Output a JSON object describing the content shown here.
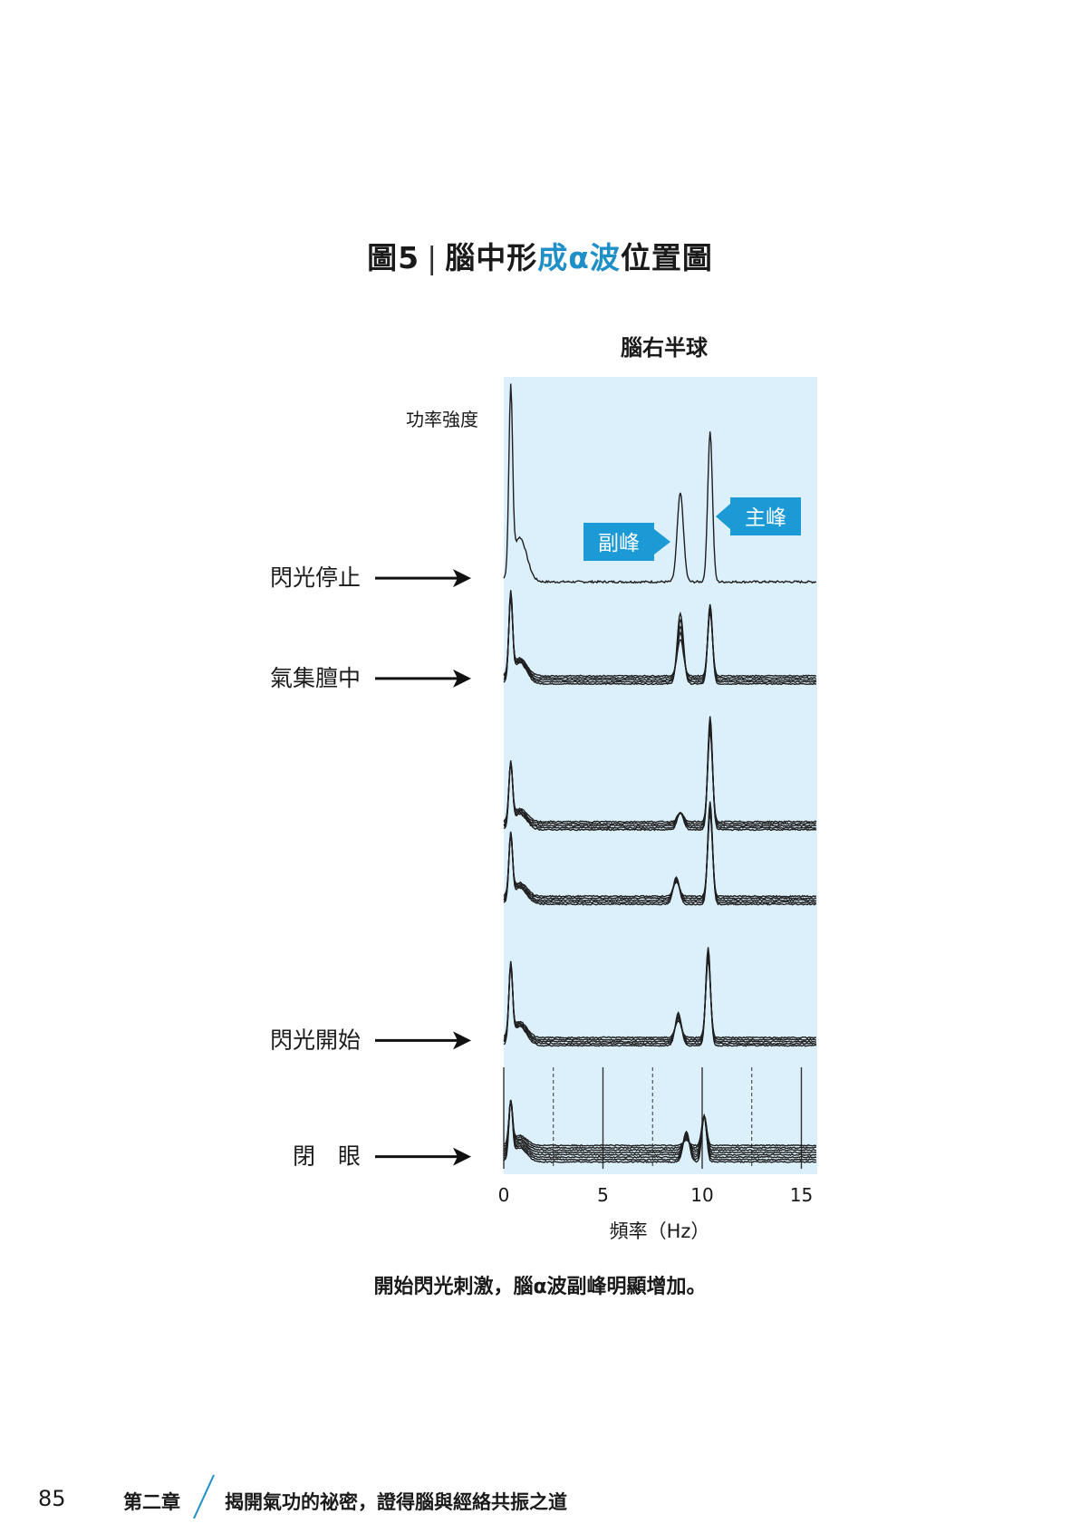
{
  "figure": {
    "title_prefix": "圖5",
    "title_sep": "|",
    "title_part1": "腦中形",
    "title_part2": "成α波",
    "title_part3": "位置圖",
    "caption": "開始閃光刺激，腦α波副峰明顯增加。"
  },
  "footer": {
    "page_number": "85",
    "chapter": "第二章",
    "book_title": "揭開氣功的祕密，證得腦與經絡共振之道"
  },
  "chart_data": {
    "type": "line",
    "title": "腦右半球",
    "xlabel": "頻率（Hz）",
    "ylabel": "功率強度",
    "xlim": [
      0,
      15.8
    ],
    "xticks": [
      0,
      5,
      10,
      15
    ],
    "colors": {
      "panel": "#dcf0fb",
      "trace": "#1f1f1f",
      "callout": "#1b9ad6"
    },
    "annotations": [
      {
        "label": "主峰",
        "x": 10.4
      },
      {
        "label": "副峰",
        "x": 8.9
      }
    ],
    "conditions": [
      {
        "label": "閃光停止",
        "row": 0
      },
      {
        "label": "氣集膻中",
        "row": 1
      },
      {
        "label": "閃光開始",
        "row": 4
      },
      {
        "label": "閉　眼",
        "row": 5
      }
    ],
    "rows": [
      {
        "baseline": 0.05,
        "traces": 1,
        "main_peak": {
          "x": 10.4,
          "h": 0.85
        },
        "side_peak": {
          "x": 8.9,
          "h": 0.5
        },
        "low_peak": 1.0
      },
      {
        "baseline": 0.05,
        "traces": 5,
        "main_peak": {
          "x": 10.4,
          "h": 0.85
        },
        "side_peak": {
          "x": 8.9,
          "h": 0.75
        },
        "low_peak": 0.9
      },
      {
        "baseline": 0.05,
        "traces": 5,
        "main_peak": {
          "x": 10.4,
          "h": 1.0
        },
        "side_peak": {
          "x": 8.9,
          "h": 0.15
        },
        "low_peak": 0.55
      },
      {
        "baseline": 0.05,
        "traces": 5,
        "main_peak": {
          "x": 10.4,
          "h": 0.95
        },
        "side_peak": {
          "x": 8.7,
          "h": 0.25
        },
        "low_peak": 0.6
      },
      {
        "baseline": 0.05,
        "traces": 5,
        "main_peak": {
          "x": 10.3,
          "h": 0.9
        },
        "side_peak": {
          "x": 8.8,
          "h": 0.3
        },
        "low_peak": 0.7
      },
      {
        "baseline": 0.05,
        "traces": 8,
        "main_peak": {
          "x": 10.1,
          "h": 0.45
        },
        "side_peak": {
          "x": 9.2,
          "h": 0.3
        },
        "low_peak": 0.55
      }
    ]
  }
}
